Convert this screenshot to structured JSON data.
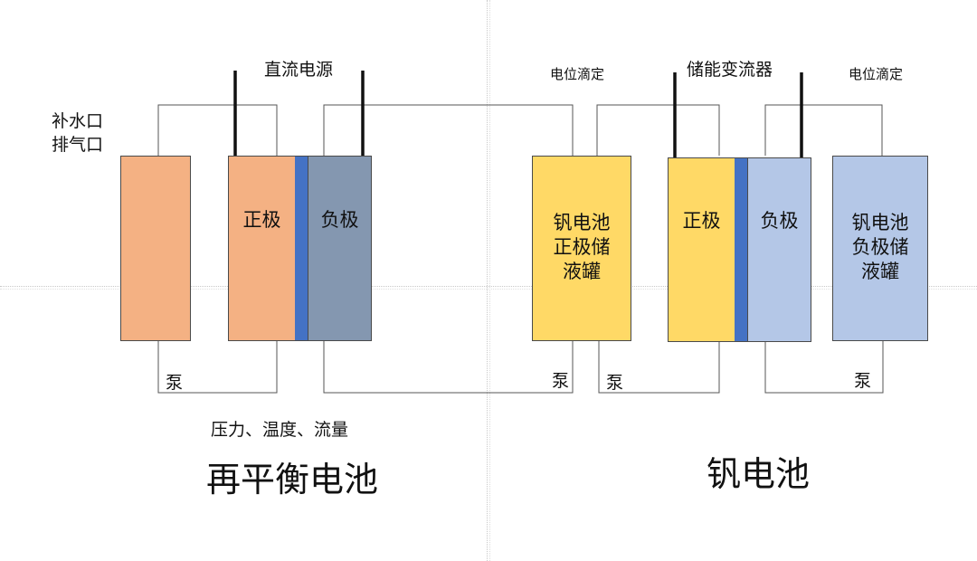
{
  "left": {
    "refill_label": "补水口\n排气口",
    "dc_source_label": "直流电源",
    "tank_color": "#F4B183",
    "positive_label": "正极",
    "negative_label": "负极",
    "pump_label": "泵",
    "sensor_label": "压力、温度、流量",
    "title": "再平衡电池"
  },
  "right": {
    "titration_left_label": "电位滴定",
    "converter_label": "储能变流器",
    "titration_right_label": "电位滴定",
    "positive_tank_label": "钒电池\n正极储\n液罐",
    "positive_label": "正极",
    "negative_label": "负极",
    "negative_tank_label": "钒电池\n负极储\n液罐",
    "pump_left_label": "泵",
    "pump_mid_label": "泵",
    "pump_right_label": "泵",
    "title": "钒电池"
  },
  "colors": {
    "orange": "#F4B183",
    "slate": "#8497B0",
    "membrane": "#4472C4",
    "yellow": "#FFD966",
    "light_blue": "#B4C7E7"
  }
}
